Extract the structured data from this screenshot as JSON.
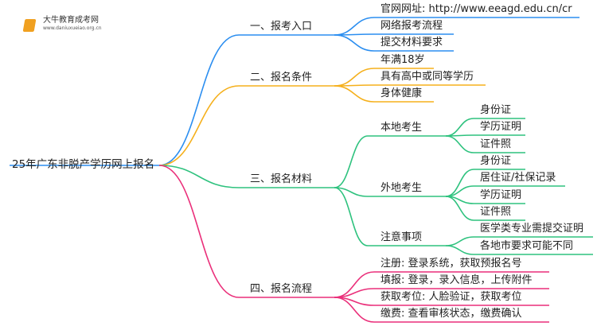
{
  "logo": {
    "title": "大牛教育成考网",
    "url": "www.daniuxueiao.org.cn"
  },
  "root": "25年广东非脱产学历网上报名",
  "colors": {
    "b1": "#2b8ef0",
    "b2": "#f5b01c",
    "b3": "#2ec27e",
    "b4": "#ea2f7a"
  },
  "branches": [
    {
      "label": "一、报考入口",
      "children": [
        {
          "label": "官网网址: http://www.eeagd.edu.cn/cr"
        },
        {
          "label": "网络报考流程"
        },
        {
          "label": "提交材料要求"
        }
      ]
    },
    {
      "label": "二、报名条件",
      "children": [
        {
          "label": "年满18岁"
        },
        {
          "label": "具有高中或同等学历"
        },
        {
          "label": "身体健康"
        }
      ]
    },
    {
      "label": "三、报名材料",
      "children": [
        {
          "label": "本地考生",
          "children": [
            {
              "label": "身份证"
            },
            {
              "label": "学历证明"
            },
            {
              "label": "证件照"
            }
          ]
        },
        {
          "label": "外地考生",
          "children": [
            {
              "label": "身份证"
            },
            {
              "label": "居住证/社保记录"
            },
            {
              "label": "学历证明"
            },
            {
              "label": "证件照"
            }
          ]
        },
        {
          "label": "注意事项",
          "children": [
            {
              "label": "医学类专业需提交证明"
            },
            {
              "label": "各地市要求可能不同"
            }
          ]
        }
      ]
    },
    {
      "label": "四、报名流程",
      "children": [
        {
          "label": "注册: 登录系统，获取预报名号"
        },
        {
          "label": "填报: 登录，录入信息，上传附件"
        },
        {
          "label": "获取考位: 人脸验证，获取考位"
        },
        {
          "label": "缴费: 查看审核状态，缴费确认"
        }
      ]
    }
  ]
}
